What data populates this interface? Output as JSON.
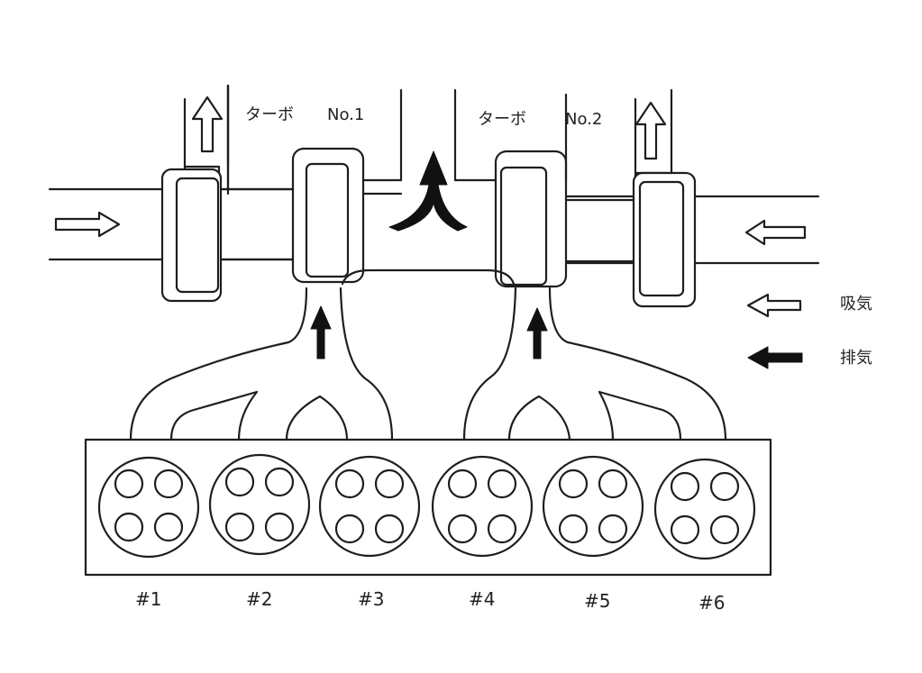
{
  "turbos": [
    {
      "label": "ターボ",
      "number": "No.1"
    },
    {
      "label": "ターボ",
      "number": "No.2"
    }
  ],
  "cylinders": [
    "#1",
    "#2",
    "#3",
    "#4",
    "#5",
    "#6"
  ],
  "legend": {
    "intake": "吸気",
    "exhaust": "排気"
  },
  "colors": {
    "line": "#1e1e1e",
    "exhaust_arrow": "#111111",
    "intake_arrow_fill": "#ffffff",
    "background": "#ffffff"
  }
}
